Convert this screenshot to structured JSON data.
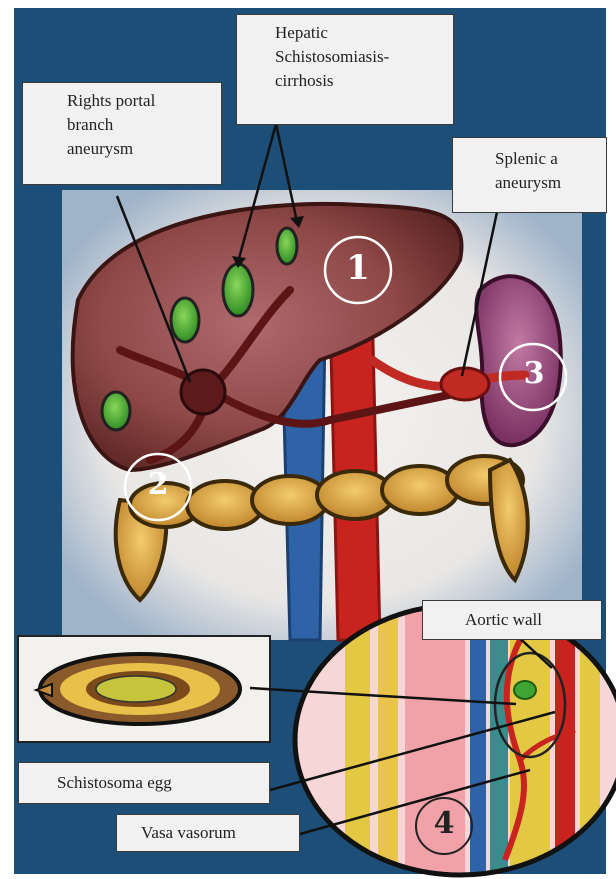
{
  "labels": {
    "hepatic": [
      "Hepatic",
      "Schistosomiasis-",
      "cirrhosis"
    ],
    "portal": [
      "Rights portal",
      "branch",
      "aneurysm"
    ],
    "splenic": [
      "Splenic a",
      "aneurysm"
    ],
    "aortic_wall": "Aortic wall",
    "egg": "Schistosoma egg",
    "vasa": "Vasa vasorum"
  },
  "markers": {
    "m1": "1",
    "m2": "2",
    "m3": "3",
    "m4": "4"
  },
  "colors": {
    "frame_blue": "#1d4e78",
    "liver": "#7a3d3a",
    "aorta": "#c8231f",
    "vena_cava": "#2f63a8",
    "colon": "#d9a33a",
    "nodule": "#3ea434",
    "spleen": "#7b2e63"
  }
}
